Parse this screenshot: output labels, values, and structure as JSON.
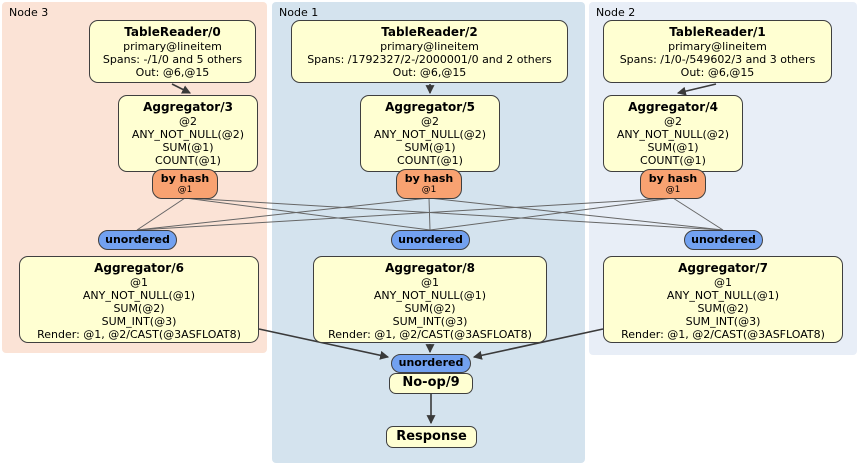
{
  "regions": {
    "node3": {
      "label": "Node 3"
    },
    "node1": {
      "label": "Node 1"
    },
    "node2": {
      "label": "Node 2"
    }
  },
  "boxes": {
    "tr0": {
      "title": "TableReader/0",
      "lines": [
        "primary@lineitem",
        "Spans: -/1/0 and 5 others",
        "Out: @6,@15"
      ]
    },
    "tr2": {
      "title": "TableReader/2",
      "lines": [
        "primary@lineitem",
        "Spans: /1792327/2-/2000001/0 and 2 others",
        "Out: @6,@15"
      ]
    },
    "tr1": {
      "title": "TableReader/1",
      "lines": [
        "primary@lineitem",
        "Spans: /1/0-/549602/3 and 3 others",
        "Out: @6,@15"
      ]
    },
    "agg3": {
      "title": "Aggregator/3",
      "lines": [
        "@2",
        "ANY_NOT_NULL(@2)",
        "SUM(@1)",
        "COUNT(@1)"
      ]
    },
    "agg5": {
      "title": "Aggregator/5",
      "lines": [
        "@2",
        "ANY_NOT_NULL(@2)",
        "SUM(@1)",
        "COUNT(@1)"
      ]
    },
    "agg4": {
      "title": "Aggregator/4",
      "lines": [
        "@2",
        "ANY_NOT_NULL(@2)",
        "SUM(@1)",
        "COUNT(@1)"
      ]
    },
    "agg6": {
      "title": "Aggregator/6",
      "lines": [
        "@1",
        "ANY_NOT_NULL(@1)",
        "SUM(@2)",
        "SUM_INT(@3)",
        "Render: @1, @2/CAST(@3ASFLOAT8)"
      ]
    },
    "agg8": {
      "title": "Aggregator/8",
      "lines": [
        "@1",
        "ANY_NOT_NULL(@1)",
        "SUM(@2)",
        "SUM_INT(@3)",
        "Render: @1, @2/CAST(@3ASFLOAT8)"
      ]
    },
    "agg7": {
      "title": "Aggregator/7",
      "lines": [
        "@1",
        "ANY_NOT_NULL(@1)",
        "SUM(@2)",
        "SUM_INT(@3)",
        "Render: @1, @2/CAST(@3ASFLOAT8)"
      ]
    },
    "noop": {
      "title": "No-op/9"
    },
    "response": {
      "title": "Response"
    }
  },
  "routers": {
    "left": {
      "label": "by hash",
      "detail": "@1"
    },
    "middle": {
      "label": "by hash",
      "detail": "@1"
    },
    "right": {
      "label": "by hash",
      "detail": "@1"
    }
  },
  "synchronizers": {
    "left": {
      "label": "unordered"
    },
    "middle": {
      "label": "unordered"
    },
    "right": {
      "label": "unordered"
    },
    "final": {
      "label": "unordered"
    }
  },
  "colors": {
    "node3_bg": "#fbe3d6",
    "node1_bg": "#d4e3ee",
    "node2_bg": "#e8eef7",
    "box_fill": "#ffffd2",
    "router_fill": "#f8a271",
    "sync_fill": "#72a1f0",
    "border": "#3f3f3f",
    "edge": "#666666",
    "arrow": "#3a3a3a"
  }
}
